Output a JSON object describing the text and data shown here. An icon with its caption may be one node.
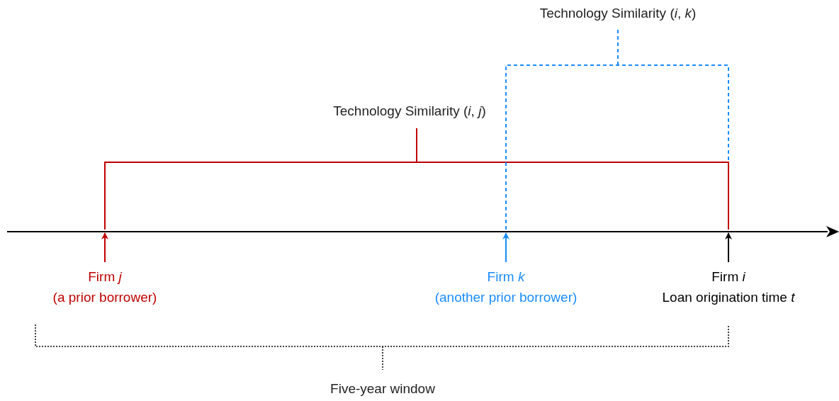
{
  "diagram": {
    "nodes": [
      {
        "text": [
          "Firm *j*",
          "(a prior borrower)"
        ]
      },
      {
        "text": [
          "Firm *k*",
          "(another prior borrower)"
        ]
      },
      {
        "text": [
          "Firm *i*",
          "Loan origination time *t*"
        ]
      },
      {
        "text": [],
        "shape": "bar"
      }
    ],
    "edges": [
      {
        "from": 0,
        "to": 3,
        "arrow": "to",
        "color": "#c00000"
      },
      {
        "from": 1,
        "to": 3,
        "arrow": "to",
        "color": "#1a8cff"
      },
      {
        "from": 2,
        "to": 3,
        "arrow": "to",
        "color": "#000000"
      }
    ],
    "labels": [
      "Technology Similarity (*i*, *k*)",
      "Technology Similarity (*i*, *j*)",
      "Five-year window"
    ]
  }
}
